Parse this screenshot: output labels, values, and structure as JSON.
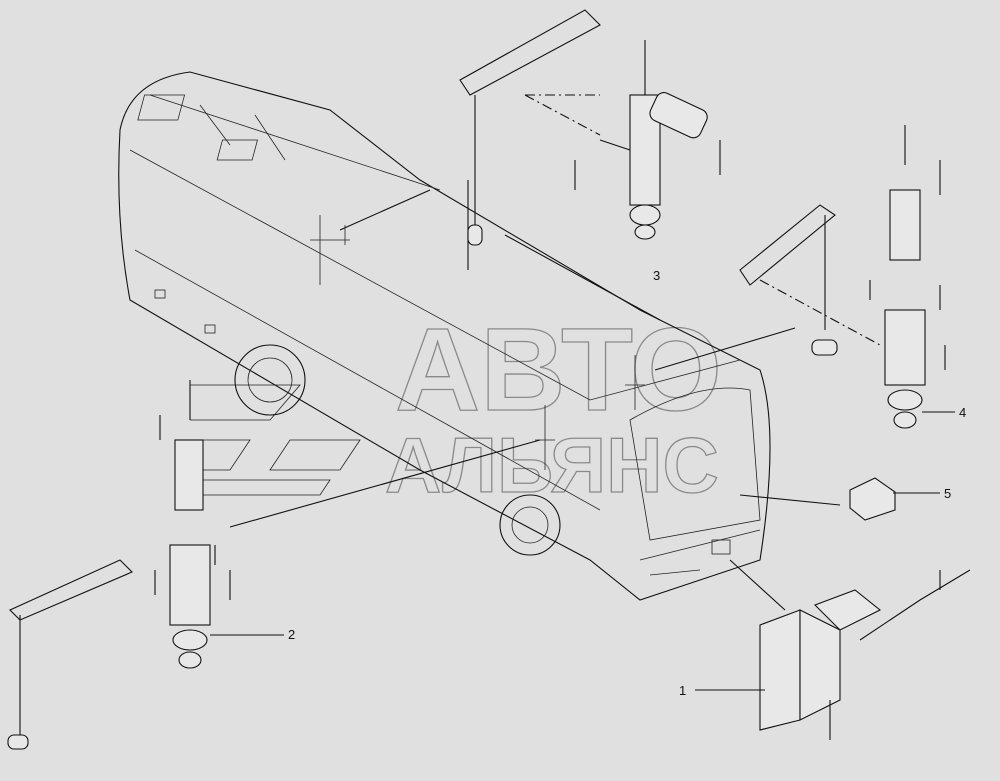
{
  "diagram": {
    "watermark": {
      "line1": "АВТО",
      "line2": "АЛЬЯНС"
    },
    "callouts": [
      {
        "id": "1",
        "label": "1"
      },
      {
        "id": "2",
        "label": "2"
      },
      {
        "id": "3",
        "label": "3"
      },
      {
        "id": "4",
        "label": "4"
      },
      {
        "id": "5",
        "label": "5"
      }
    ],
    "colors": {
      "background": "#e0e0e0",
      "line": "#111111",
      "watermark": "#8a8a8a"
    }
  }
}
